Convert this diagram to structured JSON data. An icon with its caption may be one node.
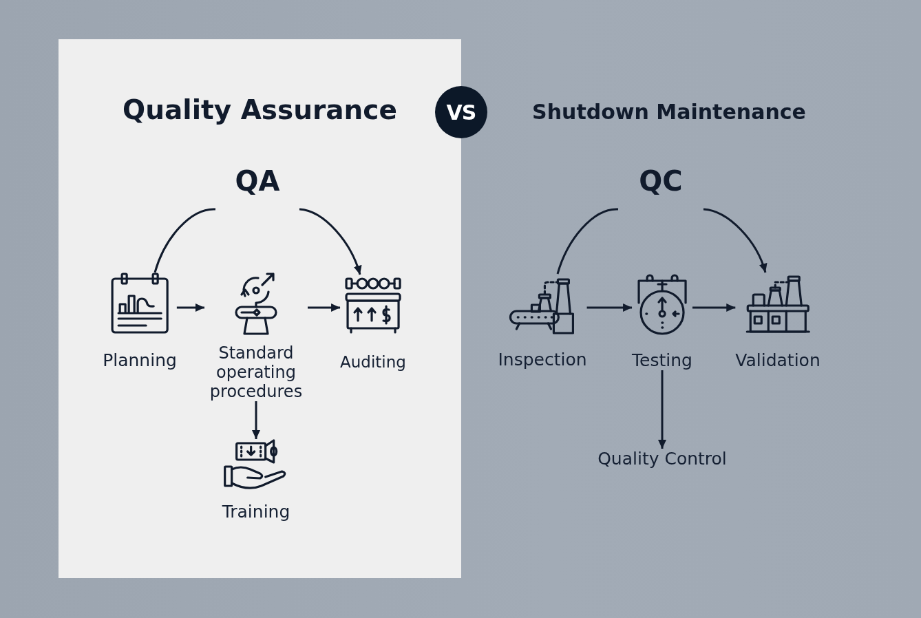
{
  "diagram": {
    "nodes": [
      {
        "text": [
          "Quality Assurance"
        ]
      },
      {
        "text": [
          "VS"
        ]
      },
      {
        "text": [
          "QA"
        ],
        "in": 0
      },
      {
        "text": [
          "Planning"
        ],
        "in": 0
      },
      {
        "text": [
          "Standard operating procedures"
        ],
        "in": 0
      },
      {
        "text": [
          "Auditing"
        ],
        "in": 0
      },
      {
        "text": [
          "Training"
        ],
        "in": 0
      },
      {
        "text": [
          "QC"
        ]
      },
      {
        "text": [
          "Inspection"
        ]
      },
      {
        "text": [
          "Testing"
        ]
      },
      {
        "text": [
          "Validation"
        ]
      },
      {
        "text": [
          "Quality Control"
        ]
      }
    ],
    "edges": [
      {
        "from": 3,
        "to": 2,
        "arrow": "none"
      },
      {
        "from": 2,
        "to": 5,
        "arrow": "to"
      },
      {
        "from": 3,
        "to": 4,
        "arrow": "to"
      },
      {
        "from": 4,
        "to": 5,
        "arrow": "to"
      },
      {
        "from": 4,
        "to": 6,
        "arrow": "to"
      },
      {
        "from": 8,
        "to": 7,
        "arrow": "none"
      },
      {
        "from": 7,
        "to": 10,
        "arrow": "to"
      },
      {
        "from": 8,
        "to": 9,
        "arrow": "to"
      },
      {
        "from": 9,
        "to": 10,
        "arrow": "to"
      },
      {
        "from": 9,
        "to": 11,
        "arrow": "to"
      }
    ],
    "labels": [
      "Shutdown Maintenance"
    ]
  }
}
